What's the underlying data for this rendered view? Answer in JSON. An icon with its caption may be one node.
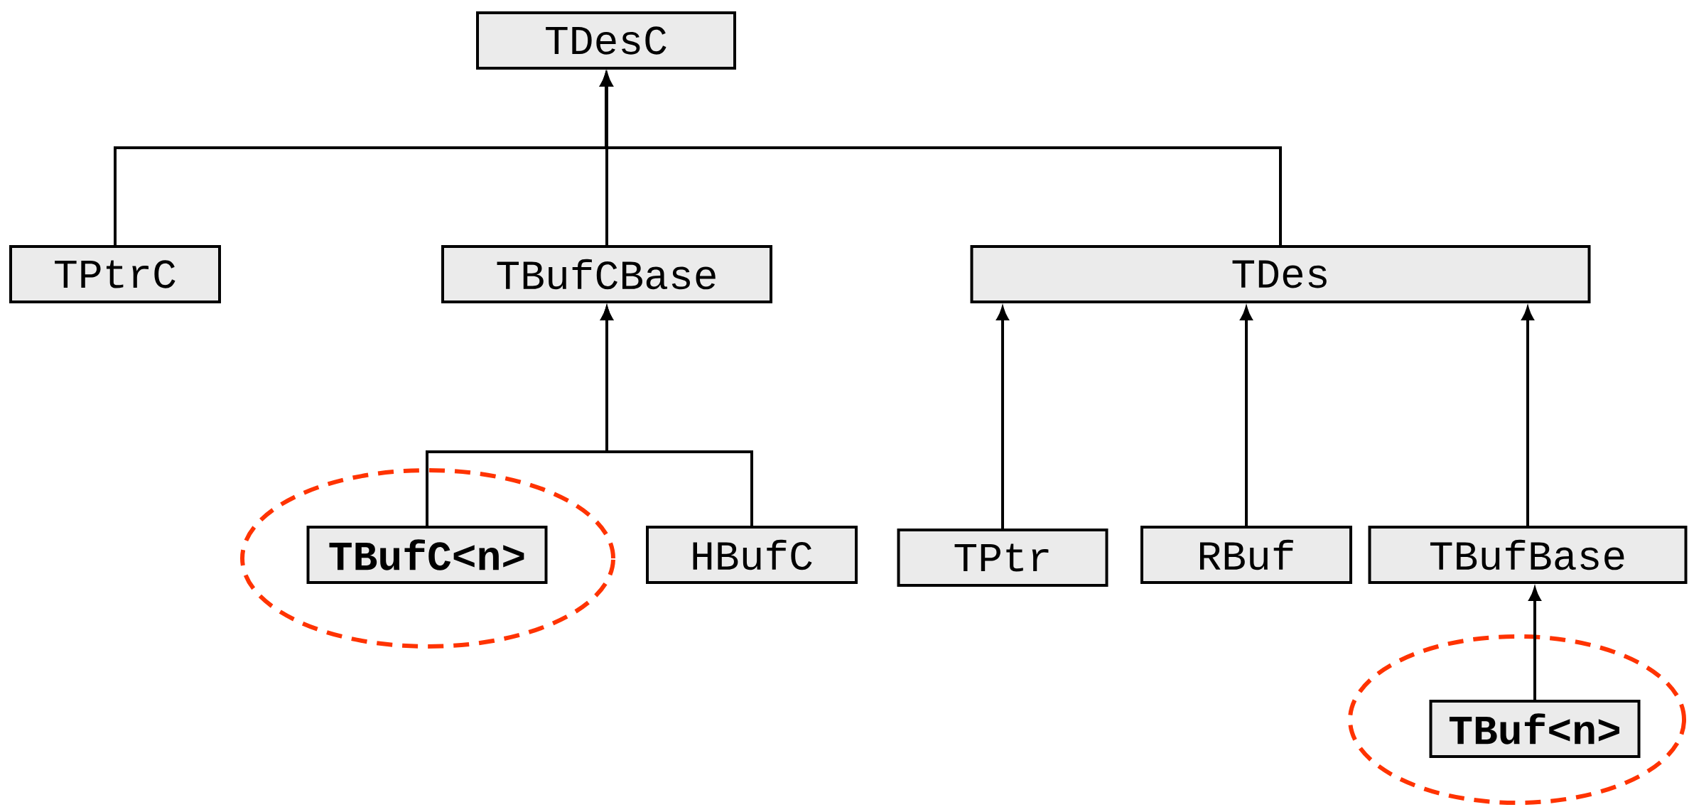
{
  "diagram": {
    "nodes": [
      {
        "text": [
          "TDesC"
        ]
      },
      {
        "text": [
          "TPtrC"
        ]
      },
      {
        "text": [
          "TBufCBase"
        ]
      },
      {
        "text": [
          "TDes"
        ]
      },
      {
        "text": [],
        "shape": "ellipse"
      },
      {
        "text": [
          "TBufC<n>"
        ],
        "in": 4
      },
      {
        "text": [
          "HBufC"
        ]
      },
      {
        "text": [
          "TPtr"
        ]
      },
      {
        "text": [
          "RBuf"
        ]
      },
      {
        "text": [
          "TBufBase"
        ]
      },
      {
        "text": [],
        "shape": "ellipse"
      },
      {
        "text": [
          "TBuf<n>"
        ],
        "in": 10
      }
    ],
    "edges": [
      {
        "from": 1,
        "to": 0,
        "arrow": "to"
      },
      {
        "from": 2,
        "to": 0,
        "arrow": "to"
      },
      {
        "from": 3,
        "to": 0,
        "arrow": "to"
      },
      {
        "from": 5,
        "to": 2,
        "arrow": "to"
      },
      {
        "from": 6,
        "to": 2,
        "arrow": "to"
      },
      {
        "from": 7,
        "to": 3,
        "arrow": "to"
      },
      {
        "from": 8,
        "to": 3,
        "arrow": "to"
      },
      {
        "from": 9,
        "to": 3,
        "arrow": "to"
      },
      {
        "from": 11,
        "to": 9,
        "arrow": "to"
      }
    ]
  }
}
